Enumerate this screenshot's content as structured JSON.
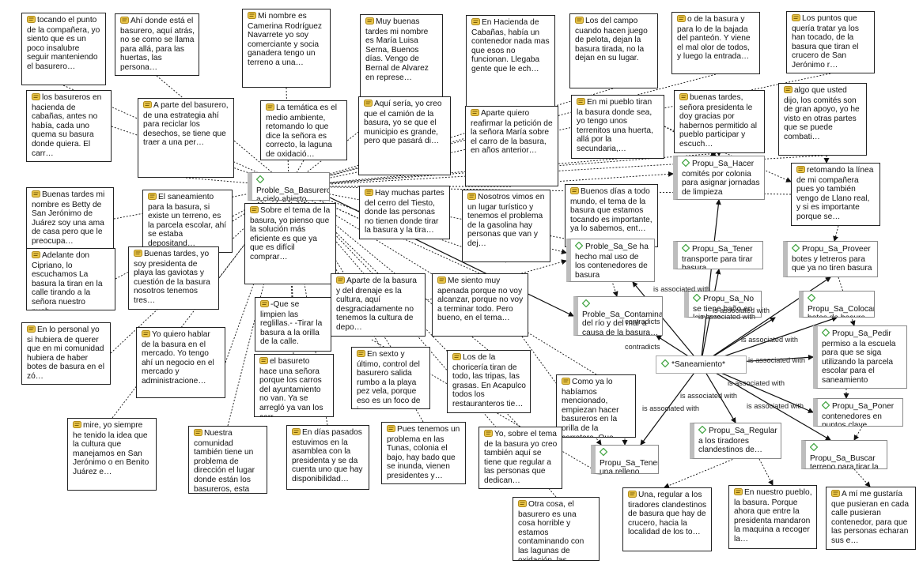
{
  "colors": {
    "memo_icon": "#e9c54a",
    "code_icon": "#4aa84a",
    "code_bar": "#bdbdbd"
  },
  "icons": {
    "memo": "memo-icon",
    "code": "code-diamond-icon"
  },
  "codes": {
    "c1": "Proble_Sa_Basureros a cielo abierto",
    "c2": "Proble_Sa_Se ha hecho mal uso de los contenedores de basura",
    "c3": "Proble_Sa_Contaminación del río y del mar a causa de la basura…",
    "c4": "Propu_Sa_Hacer comités por colonia para asignar jornadas de limpieza",
    "c5": "Propu_Sa_Tener transporte para tirar basura",
    "c6": "Propu_Sa_Proveer botes y letreros para que ya no tiren basura",
    "c7": "Propu_Sa_No se tiene baño en la playa…",
    "c8": "Propu_Sa_Colocar botes de basura",
    "c9": "Propu_Sa_Pedir permiso a la escuela para que se siga utilizando la parcela escolar para el saneamiento",
    "c10": "*Saneamiento*",
    "c11": "Propu_Sa_Poner contenedores en puntos clave",
    "c12": "Propu_Sa_Regular a los tiradores clandestinos de…",
    "c13": "Propu_Sa_Tener una relleno sanitario",
    "c14": "Propu_Sa_Buscar terreno para tirar la basura"
  },
  "relations": {
    "r1": "is associated with",
    "r2": "is associated with",
    "r3": "contradicts",
    "r4": "contradicts",
    "r5": "is associated with",
    "r6": "is associated with",
    "r7": "is associated with",
    "r8": "is associated with",
    "r9": "is associated with",
    "r10": "is associated with",
    "r11": "is associated with"
  },
  "memos": {
    "m1": "tocando el punto de la compañera, yo siento que es un poco insalubre seguir manteniendo el basurero…",
    "m2": "Ahí donde está el basurero, aquí atrás, no se como se llama para allá, para las huertas, las persona…",
    "m3": "Mi nombre es Camerina Rodríguez Navarrete yo soy comerciante y socia ganadera tengo un terreno a una…",
    "m4": "Muy buenas tardes mi nombre es María Luisa Serna, Buenos días. Vengo de Bernal de Alvarez en represe…",
    "m5": "En Hacienda de Cabañas, había un contenedor nada mas que esos no funcionan. Llegaba gente que le ech…",
    "m6": "Los del campo cuando hacen juego de pelota, dejan la basura tirada, no la dejan en su lugar.",
    "m7": "o de la basura y para lo de la bajada del panteón.  Y viene el mal olor de todos, y luego la entrada…",
    "m8": "Los puntos que quería tratar ya los han tocado, de la basura que tiran el crucero de San Jerónimo r…",
    "m9": "los basureros en hacienda de cabañas, antes no había, cada uno quema su basura donde quiera. El carr…",
    "m10": "A parte del basurero, de una estrategia ahí para reciclar los desechos, se tiene que traer a una per…",
    "m11": "La temática es el medio ambiente, retomando lo que dice la señora es correcto, la laguna de oxidació…",
    "m12": "Aquí sería, yo creo que el camión de la basura, yo se que el municipio es grande, pero que pasará di…",
    "m13": "Aparte quiero reafirmar la petición de la señora María sobre el carro de la basura, en años anterior…",
    "m14": "En mi pueblo tiran la basura donde sea, yo tengo unos terrenitos una huerta, allá por la secundaria,…",
    "m15": "buenas tardes, señora presidenta le doy gracias por habernos permitido al pueblo participar y escuch…",
    "m16": "algo que usted dijo, los comités son de gran apoyo, yo he visto en otras partes que se puede combati…",
    "m17": "Buenas tardes mi nombre es Betty de San Jerónimo de Juárez soy una ama de casa pero que le preocupa…",
    "m18": "El saneamiento para la basura, si existe un terreno, es la parcela escolar, ahí se estaba depositand…",
    "m19": "Hay muchas partes del cerro del Tiesto, donde las personas no tienen donde tirar la basura y la tira…",
    "m20": "Buenos días a todo mundo, el tema de la basura que estamos tocando es importante, ya lo sabemos, ent…",
    "m21": "retomando la línea de mi compañera pues yo también vengo de Llano real, y si es importante porque se…",
    "m22": "Nosotros vimos en un lugar turístico y tenemos el problema de la gasolina hay personas que van y dej…",
    "m23": "Sobre el tema de la basura, yo pienso que la solución más eficiente es que ya que es difícil comprar…",
    "m24": "Adelante don Cipriano, lo escuchamos La basura la tiran en la calle tirando a la señora nuestro pueb…",
    "m25": "Buenas tardes, yo soy presidenta de playa las gaviotas y cuestión de la basura nosotros tenemos tres…",
    "m26": "Aparte de la basura y del drenaje es la cultura, aquí desgraciadamente no tenemos la cultura de depo…",
    "m27": "Me siento muy apenada porque no voy alcanzar, porque no voy a terminar todo. Pero bueno, en el tema…",
    "m28": "-Que se limpien las reglillas.- -Tirar la basura a la orilla de la calle.",
    "m29": "En lo personal yo si hubiera de querer que en mi comunidad hubiera de haber botes de basura en el zó…",
    "m30": "Yo quiero hablar de la basura en el mercado. Yo tengo ahí un negocio en el mercado y administracione…",
    "m31": "el basureto hace una señora porque los carros del ayuntamiento no van. Ya se arregló ya van los carr…",
    "m32": "En sexto y último, control del basurero salida rumbo a la playa pez vela, porque eso es un foco de i…",
    "m33": "Los de la choricería tiran de todo, las tripas, las grasas. En Acapulco todos los restauranteros tie…",
    "m34": "Como ya lo habíamos mencionado, empiezan hacer basureros en la orilla de la carretera. Que haya un l…",
    "m35": "mire, yo siempre he tenido la idea que la cultura que manejamos en San Jerónimo o en Benito Juárez e…",
    "m36": "Nuestra comunidad también tiene un problema de dirección el lugar donde están los basureros, esta en…",
    "m37": "En días pasados estuvimos en la asamblea con la presidenta y se da cuenta uno que hay disponibilidad…",
    "m38": "Pues tenemos un problema en las Tunas, colonia el bajo, hay bado que se inunda, vienen presidentes y…",
    "m39": "Yo, sobre el tema de la basura yo creo también aquí se tiene que regular a las personas que dedican…",
    "m40": "Otra cosa, el basurero es una cosa horrible y estamos contaminando con las lagunas de oxidación, las…",
    "m41": "Una, regular a los tiradores clandestinos de basura que hay de crucero, hacia la localidad de los to…",
    "m42": "En nuestro pueblo, la basura. Porque ahora que entre la presidenta mandaron la maquina a recoger la…",
    "m43": "A mí me gustaría que pusieran en cada calle pusieran contenedor, para que las personas echaran sus e…"
  }
}
